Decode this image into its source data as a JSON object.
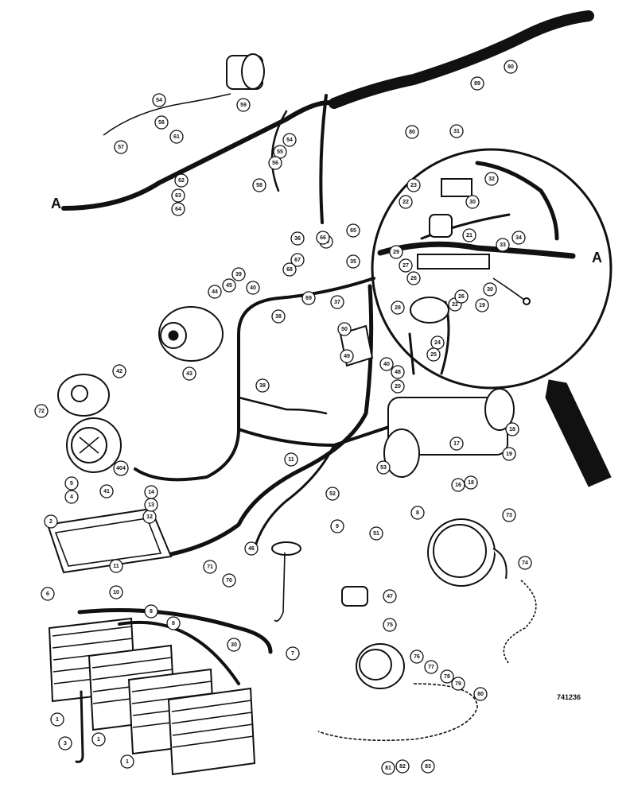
{
  "diagram": {
    "view_label_left": "A",
    "view_label_detail": "A",
    "reference_code": "741236",
    "ink_color": "#111111",
    "paper_color": "#ffffff"
  },
  "callouts": [
    {
      "id": "c1a",
      "label": "1"
    },
    {
      "id": "c1b",
      "label": "1"
    },
    {
      "id": "c1c",
      "label": "1"
    },
    {
      "id": "c2",
      "label": "2"
    },
    {
      "id": "c3",
      "label": "3"
    },
    {
      "id": "c4",
      "label": "4"
    },
    {
      "id": "c5",
      "label": "5"
    },
    {
      "id": "c6",
      "label": "6"
    },
    {
      "id": "c7",
      "label": "7"
    },
    {
      "id": "c8a",
      "label": "8"
    },
    {
      "id": "c8b",
      "label": "8"
    },
    {
      "id": "c8c",
      "label": "8"
    },
    {
      "id": "c9",
      "label": "9"
    },
    {
      "id": "c10",
      "label": "10"
    },
    {
      "id": "c11a",
      "label": "11"
    },
    {
      "id": "c11b",
      "label": "11"
    },
    {
      "id": "c12",
      "label": "12"
    },
    {
      "id": "c13",
      "label": "13"
    },
    {
      "id": "c14",
      "label": "14"
    },
    {
      "id": "c16",
      "label": "16"
    },
    {
      "id": "c17",
      "label": "17"
    },
    {
      "id": "c18a",
      "label": "18"
    },
    {
      "id": "c18b",
      "label": "18"
    },
    {
      "id": "c19a",
      "label": "19"
    },
    {
      "id": "c19b",
      "label": "19"
    },
    {
      "id": "c20",
      "label": "20"
    },
    {
      "id": "c21",
      "label": "21"
    },
    {
      "id": "c22a",
      "label": "22"
    },
    {
      "id": "c22b",
      "label": "22"
    },
    {
      "id": "c23",
      "label": "23"
    },
    {
      "id": "c24",
      "label": "24"
    },
    {
      "id": "c25",
      "label": "25"
    },
    {
      "id": "c26a",
      "label": "26"
    },
    {
      "id": "c26b",
      "label": "26"
    },
    {
      "id": "c27",
      "label": "27"
    },
    {
      "id": "c28",
      "label": "28"
    },
    {
      "id": "c29",
      "label": "29"
    },
    {
      "id": "c30a",
      "label": "30"
    },
    {
      "id": "c30b",
      "label": "30"
    },
    {
      "id": "c30c",
      "label": "30"
    },
    {
      "id": "c31",
      "label": "31"
    },
    {
      "id": "c32",
      "label": "32"
    },
    {
      "id": "c33",
      "label": "33"
    },
    {
      "id": "c34",
      "label": "34"
    },
    {
      "id": "c35",
      "label": "35"
    },
    {
      "id": "c36",
      "label": "36"
    },
    {
      "id": "c37",
      "label": "37"
    },
    {
      "id": "c38a",
      "label": "38"
    },
    {
      "id": "c38b",
      "label": "38"
    },
    {
      "id": "c39",
      "label": "39"
    },
    {
      "id": "c40a",
      "label": "40"
    },
    {
      "id": "c40b",
      "label": "40"
    },
    {
      "id": "c41",
      "label": "41"
    },
    {
      "id": "c42",
      "label": "42"
    },
    {
      "id": "c43",
      "label": "43"
    },
    {
      "id": "c44",
      "label": "44"
    },
    {
      "id": "c45",
      "label": "45"
    },
    {
      "id": "c46",
      "label": "46"
    },
    {
      "id": "c47",
      "label": "47"
    },
    {
      "id": "c48",
      "label": "48"
    },
    {
      "id": "c49",
      "label": "49"
    },
    {
      "id": "c50",
      "label": "50"
    },
    {
      "id": "c51",
      "label": "51"
    },
    {
      "id": "c52",
      "label": "52"
    },
    {
      "id": "c53",
      "label": "53"
    },
    {
      "id": "c54a",
      "label": "54"
    },
    {
      "id": "c54b",
      "label": "54"
    },
    {
      "id": "c55",
      "label": "55"
    },
    {
      "id": "c56a",
      "label": "56"
    },
    {
      "id": "c56b",
      "label": "56"
    },
    {
      "id": "c57",
      "label": "57"
    },
    {
      "id": "c58",
      "label": "58"
    },
    {
      "id": "c59",
      "label": "59"
    },
    {
      "id": "c60",
      "label": "60"
    },
    {
      "id": "c61",
      "label": "61"
    },
    {
      "id": "c62",
      "label": "62"
    },
    {
      "id": "c63",
      "label": "63"
    },
    {
      "id": "c64",
      "label": "64"
    },
    {
      "id": "c65",
      "label": "65"
    },
    {
      "id": "c66",
      "label": "66"
    },
    {
      "id": "c67",
      "label": "67"
    },
    {
      "id": "c68",
      "label": "68"
    },
    {
      "id": "c69",
      "label": "69"
    },
    {
      "id": "c70",
      "label": "70"
    },
    {
      "id": "c71",
      "label": "71"
    },
    {
      "id": "c72",
      "label": "72"
    },
    {
      "id": "c73",
      "label": "73"
    },
    {
      "id": "c74",
      "label": "74"
    },
    {
      "id": "c75",
      "label": "75"
    },
    {
      "id": "c76",
      "label": "76"
    },
    {
      "id": "c77",
      "label": "77"
    },
    {
      "id": "c78",
      "label": "78"
    },
    {
      "id": "c79",
      "label": "79"
    },
    {
      "id": "c80a",
      "label": "80"
    },
    {
      "id": "c80b",
      "label": "80"
    },
    {
      "id": "c80c",
      "label": "80"
    },
    {
      "id": "c81",
      "label": "81"
    },
    {
      "id": "c82",
      "label": "82"
    },
    {
      "id": "c83",
      "label": "83"
    },
    {
      "id": "c89",
      "label": "89"
    },
    {
      "id": "c404",
      "label": "404"
    }
  ]
}
